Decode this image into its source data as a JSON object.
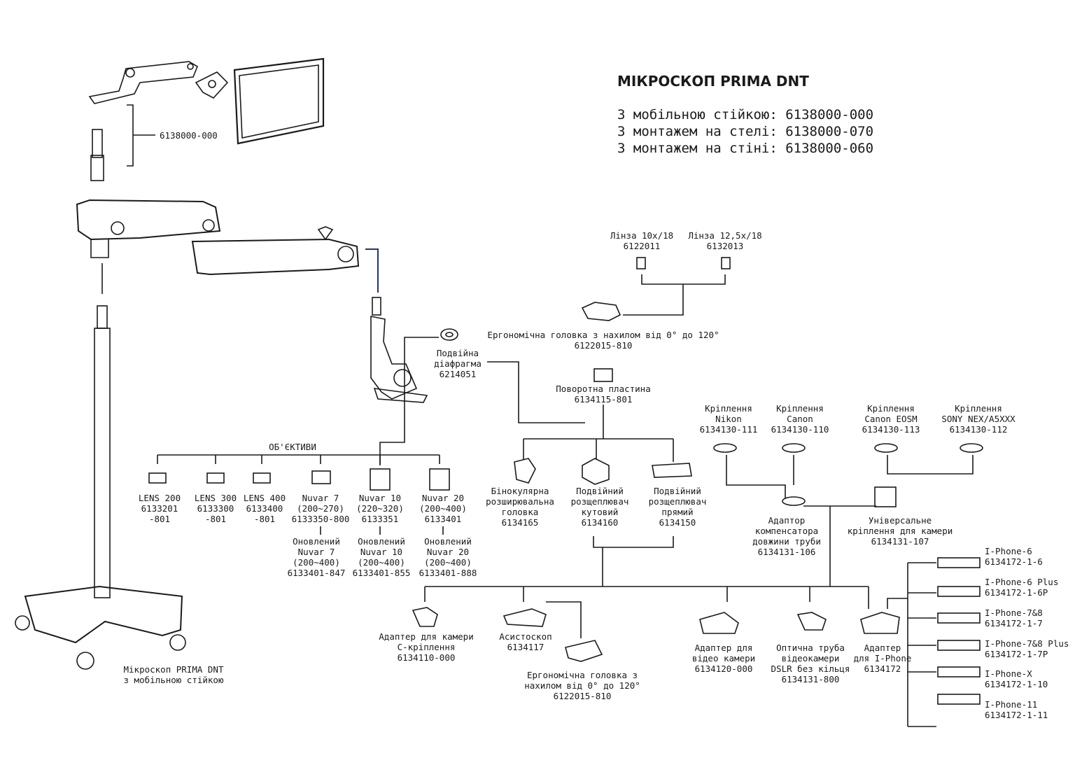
{
  "title": "МІКРОСКОП PRIMA DNT",
  "variants": [
    "З мобільною стійкою: 6138000-000",
    "З монтажем на стелі: 6138000-070",
    "З монтажем на стіні: 6138000-060"
  ],
  "stand_code": "6138000-000",
  "microscope_caption": "Мікроскоп PRIMA DNT\nз мобільною стійкою",
  "objectives_header": "ОБ'ЄКТИВИ",
  "lens_10x": "Лінза 10х/18\n6122011",
  "lens_125x": "Лінза 12,5х/18\n6132013",
  "ergo_head_top": "Ергономічна головка з нахилом від 0° до 120°\n6122015-810",
  "rotary_plate": "Поворотна пластина\n6134115-801",
  "double_diaphragm": "Подвійна\nдіафрагма\n6214051",
  "lens200": "LENS 200\n6133201\n-801",
  "lens300": "LENS 300\n6133300\n-801",
  "lens400": "LENS 400\n6133400\n-801",
  "nuvar7": "Nuvar 7\n(200~270)\n6133350-800",
  "nuvar10": "Nuvar 10\n(220~320)\n6133351",
  "nuvar20": "Nuvar 20\n(200~400)\n6133401",
  "nuvar7_new": "Оновлений\nNuvar 7\n(200~400)\n6133401-847",
  "nuvar10_new": "Оновлений\nNuvar 10\n(200~400)\n6133401-855",
  "nuvar20_new": "Оновлений\nNuvar 20\n(200~400)\n6133401-888",
  "binocular": "Бінокулярна\nрозширювальна\nголовка\n6134165",
  "beam_angled": "Подвійний\nрозщеплювач\nкутовий\n6134160",
  "beam_straight": "Подвійний\nрозщеплювач\nпрямий\n6134150",
  "mount_nikon": "Кріплення\nNikon\n6134130-111",
  "mount_canon": "Кріплення\nCanon\n6134130-110",
  "mount_canon_eosm": "Кріплення\nCanon EOSM\n6134130-113",
  "mount_sony": "Кріплення\nSONY NEX/A5XXX\n6134130-112",
  "tube_compensator": "Адаптор\nкомпенсатора\nдовжини труби\n6134131-106",
  "universal_mount": "Універсальне\nкріплення для камери\n6134131-107",
  "adapter_c": "Адаптер для камери\nC-кріплення\n6134110-000",
  "assistoscope": "Асистоскоп\n6134117",
  "ergo_head_bottom": "Ергономічна головка з\nнахилом від 0° до 120°\n6122015-810",
  "adapter_video": "Адаптер для\nвідео камери\n6134120-000",
  "optic_tube": "Оптична труба\nвідеокамери\nDSLR без кільця\n6134131-800",
  "adapter_iphone": "Адаптер\nдля I-Phone\n6134172",
  "iphones": [
    "I-Phone-6\n6134172-1-6",
    "I-Phone-6 Plus\n6134172-1-6P",
    "I-Phone-7&8\n6134172-1-7",
    "I-Phone-7&8 Plus\n6134172-1-7P",
    "I-Phone-X\n6134172-1-10",
    "I-Phone-11\n6134172-1-11"
  ],
  "colors": {
    "ink": "#1a1a1a",
    "accent": "#1f3a66"
  }
}
